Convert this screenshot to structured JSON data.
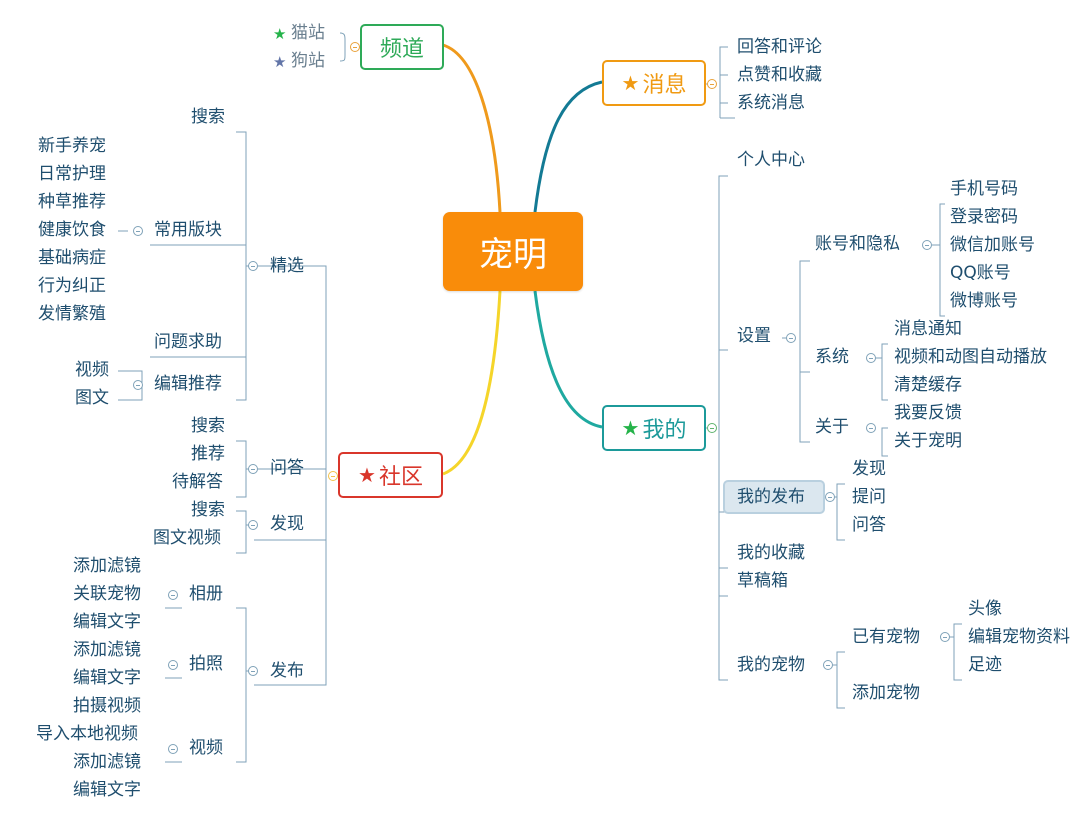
{
  "root": "宠明",
  "channel": {
    "title": "频道",
    "items": [
      "猫站",
      "狗站"
    ]
  },
  "news": {
    "title": "消息",
    "items": [
      "回答和评论",
      "点赞和收藏",
      "系统消息"
    ]
  },
  "mine": {
    "title": "我的",
    "personal_center": "个人中心",
    "settings": {
      "label": "设置",
      "account": {
        "label": "账号和隐私",
        "items": [
          "手机号码",
          "登录密码",
          "微信加账号",
          "QQ账号",
          "微博账号"
        ]
      },
      "system": {
        "label": "系统",
        "items": [
          "消息通知",
          "视频和动图自动播放",
          "清楚缓存"
        ]
      },
      "about": {
        "label": "关于",
        "items": [
          "我要反馈",
          "关于宠明"
        ]
      }
    },
    "my_posts": {
      "label": "我的发布",
      "items": [
        "发现",
        "提问",
        "问答"
      ]
    },
    "favorites": "我的收藏",
    "drafts": "草稿箱",
    "my_pets": {
      "label": "我的宠物",
      "owned": {
        "label": "已有宠物",
        "items": [
          "头像",
          "编辑宠物资料",
          "足迹"
        ]
      },
      "add": "添加宠物"
    }
  },
  "community": {
    "title": "社区",
    "featured": {
      "label": "精选",
      "search": "搜索",
      "common": {
        "label": "常用版块",
        "items": [
          "新手养宠",
          "日常护理",
          "种草推荐",
          "健康饮食",
          "基础病症",
          "行为纠正",
          "发情繁殖"
        ]
      },
      "help": "问题求助",
      "editor_picks": {
        "label": "编辑推荐",
        "items": [
          "视频",
          "图文"
        ]
      }
    },
    "qa": {
      "label": "问答",
      "items": [
        "搜索",
        "推荐",
        "待解答"
      ]
    },
    "discover": {
      "label": "发现",
      "items": [
        "搜索",
        "图文视频"
      ]
    },
    "publish": {
      "label": "发布",
      "album": {
        "label": "相册",
        "items": [
          "添加滤镜",
          "关联宠物",
          "编辑文字"
        ]
      },
      "photo": {
        "label": "拍照",
        "items": [
          "添加滤镜",
          "编辑文字"
        ]
      },
      "video": {
        "label": "视频",
        "items": [
          "拍摄视频",
          "导入本地视频",
          "添加滤镜",
          "编辑文字"
        ]
      }
    }
  },
  "colors": {
    "root_fill": "#f98c0a",
    "channel": "#2eaa58",
    "news": "#f09a12",
    "mine": "#1c9a9a",
    "community": "#d9362b",
    "node_text": "#1f4e6e",
    "connector": "#7fa2b8"
  },
  "icons": [
    "star-icon",
    "collapse-icon"
  ]
}
